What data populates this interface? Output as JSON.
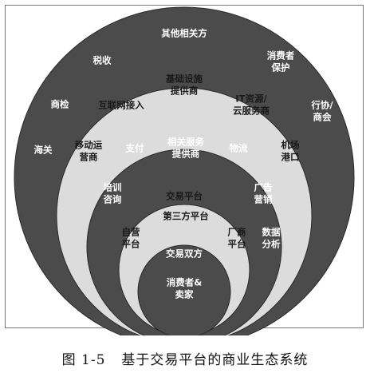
{
  "colors": {
    "outer_ring": "#4b4b4b",
    "second_ring": "#dcdcdc",
    "third_ring": "#4b4b4b",
    "fourth_ring": "#dcdcdc",
    "core": "#4b4b4b"
  },
  "rings": {
    "outer": {
      "title": "其他相关方",
      "items": [
        "税收",
        "商检",
        "海关",
        "消费者|保护",
        "行协/|商会"
      ]
    },
    "infrastructure": {
      "title": "基础设施|提供商",
      "items": [
        "互联网接入",
        "IT资源/|云服务商",
        "移动运|营商",
        "机场|港口"
      ]
    },
    "related_services": {
      "title": "相关服务|提供商",
      "items": [
        "支付",
        "物流",
        "培训|咨询",
        "广告|营销",
        "数据|分析"
      ]
    },
    "trading_platform": {
      "title": "交易平台",
      "subtitle": "第三方平台",
      "items": [
        "自营|平台",
        "厂商|平台"
      ]
    },
    "core": {
      "title": "交易双方",
      "subtitle": "消费者&|卖家"
    }
  },
  "caption": {
    "figure_number": "图 1-5",
    "title": "基于交易平台的商业生态系统"
  }
}
